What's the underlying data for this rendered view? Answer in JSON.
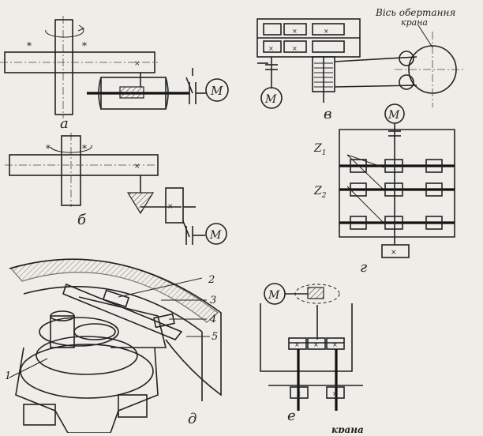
{
  "labels": {
    "a": "а",
    "b": "б",
    "v": "в",
    "g": "г",
    "d": "д",
    "e": "е",
    "motor": "М",
    "z1": "Z",
    "z1_sub": "1",
    "z2": "Z",
    "z2_sub": "2",
    "axis_line1": "Вісь обертання",
    "axis_line2": "крана",
    "n1": "1",
    "n2": "2",
    "n3": "3",
    "n4": "4",
    "n5": "5",
    "bottom_fragment": "крана"
  }
}
